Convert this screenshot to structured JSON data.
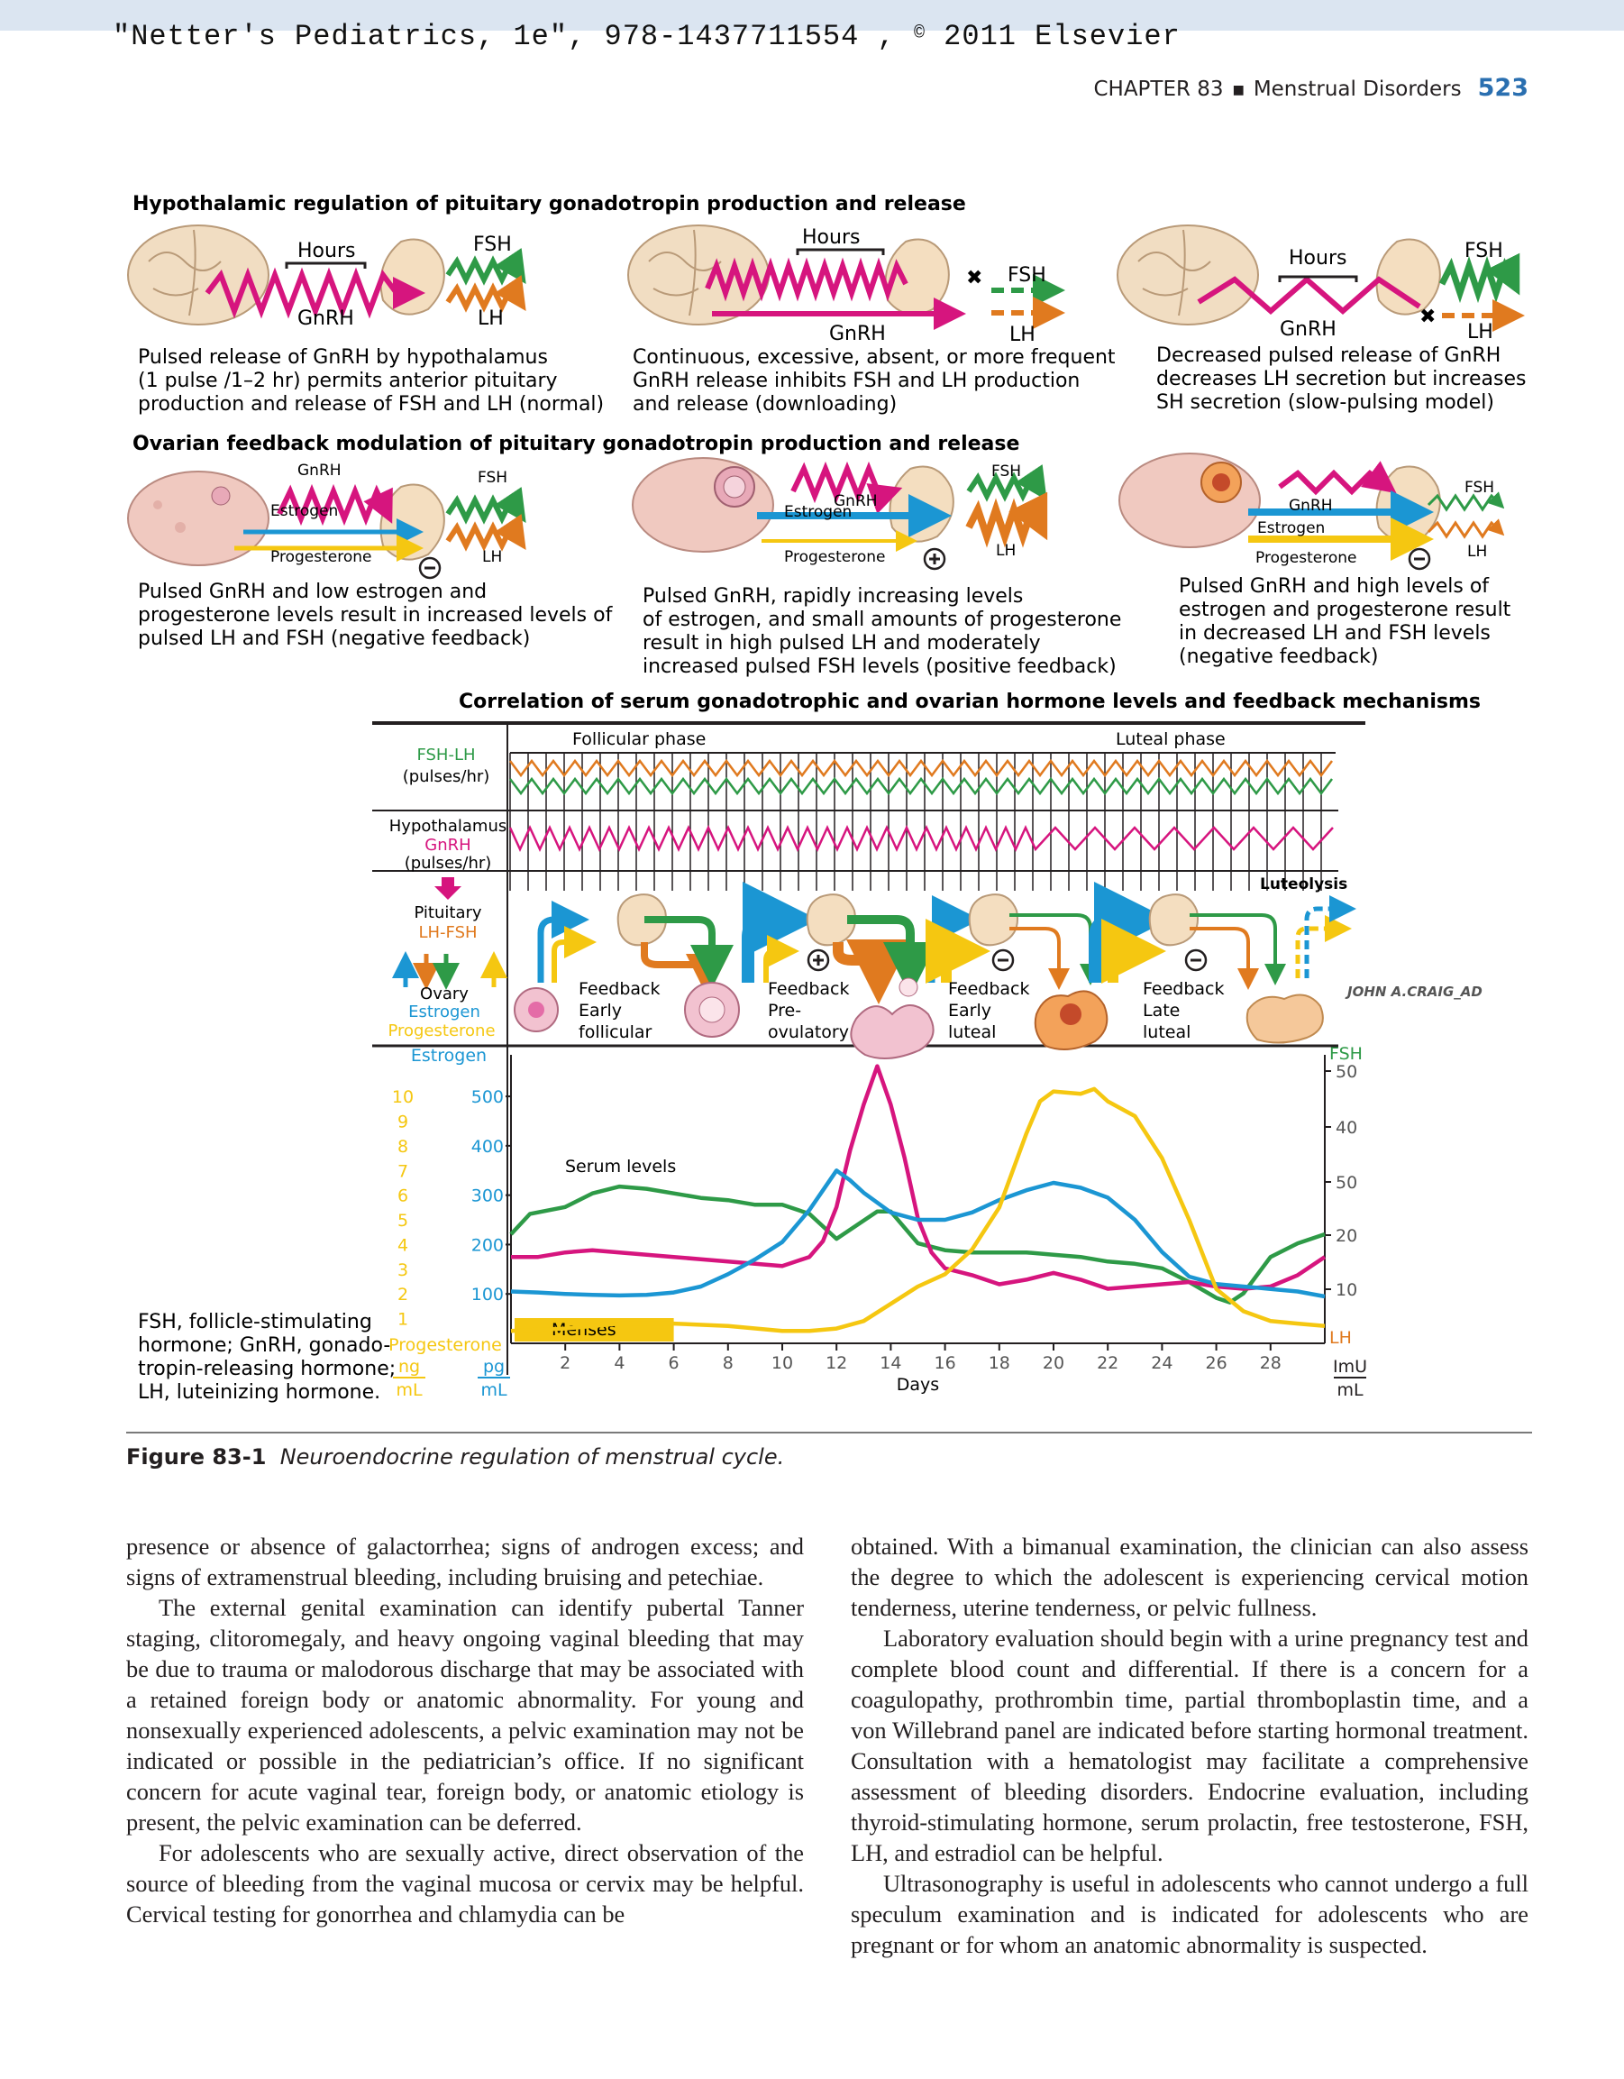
{
  "header": {
    "citation": "\"Netter's Pediatrics, 1e\", 978-1437711554 , ",
    "copyright_symbol": "©",
    "copyright_text": " 2011 Elsevier",
    "running_head": "CHAPTER 83",
    "running_head_section": "Menstrual Disorders",
    "page_number": "523"
  },
  "figure": {
    "hypothalamic": {
      "title": "Hypothalamic regulation of pituitary gonadotropin production and release",
      "panels": [
        {
          "hours": "Hours",
          "fsh": "FSH",
          "lh": "LH",
          "gnrh": "GnRH",
          "text": [
            "Pulsed release of GnRH by hypothalamus",
            "(1 pulse /1–2 hr) permits anterior pituitary",
            "production and release of FSH and LH (normal)"
          ]
        },
        {
          "hours": "Hours",
          "fsh": "FSH",
          "lh": "LH",
          "gnrh": "GnRH",
          "text": [
            "Continuous, excessive, absent, or more frequent",
            "GnRH release inhibits FSH and LH production",
            "and release (downloading)"
          ]
        },
        {
          "hours": "Hours",
          "fsh": "FSH",
          "lh": "LH",
          "gnrh": "GnRH",
          "text": [
            "Decreased pulsed release of GnRH",
            "decreases LH secretion but increases",
            "SH secretion (slow-pulsing model)"
          ]
        }
      ]
    },
    "ovarian": {
      "title": "Ovarian feedback modulation of pituitary gonadotropin production and release",
      "panels": [
        {
          "gnrh": "GnRH",
          "fsh": "FSH",
          "lh": "LH",
          "estrogen": "Estrogen",
          "progesterone": "Progesterone",
          "text": [
            "Pulsed GnRH and low estrogen and",
            "progesterone levels result in increased levels of",
            "pulsed LH and FSH (negative feedback)"
          ]
        },
        {
          "gnrh": "GnRH",
          "fsh": "FSH",
          "lh": "LH",
          "estrogen": "Estrogen",
          "progesterone": "Progesterone",
          "text": [
            "Pulsed GnRH, rapidly increasing levels",
            "of estrogen, and small amounts of progesterone",
            "result in high pulsed LH and moderately",
            "increased pulsed FSH levels (positive feedback)"
          ]
        },
        {
          "gnrh": "GnRH",
          "fsh": "FSH",
          "lh": "LH",
          "estrogen": "Estrogen",
          "progesterone": "Progesterone",
          "text": [
            "Pulsed GnRH and high levels of",
            "estrogen and progesterone result",
            "in decreased LH and FSH levels",
            "(negative feedback)"
          ]
        }
      ]
    },
    "correlation": {
      "title": "Correlation of serum gonadotrophic and ovarian hormone levels and feedback mechanisms",
      "follicular": "Follicular phase",
      "luteal": "Luteal phase",
      "row1": [
        "FSH-LH",
        "(pulses/hr)"
      ],
      "row2": [
        "Hypothalamus",
        "GnRH",
        "(pulses/hr)"
      ],
      "row3": [
        "Pituitary",
        "LH-FSH"
      ],
      "row4": [
        "Ovary",
        "Estrogen",
        "Progesterone"
      ],
      "luteolysis": "Luteolysis",
      "feedback": [
        [
          "Feedback",
          "Early",
          "follicular"
        ],
        [
          "Feedback",
          "Pre-",
          "ovulatory"
        ],
        [
          "Feedback",
          "Early",
          "luteal"
        ],
        [
          "Feedback",
          "Late",
          "luteal"
        ]
      ],
      "signature": "JOHN A.CRAIG_AD"
    },
    "legend_text": [
      "FSH, follicle-stimulating",
      "hormone; GnRH, gonado-",
      "tropin-releasing hormone;",
      "LH, luteinizing hormone."
    ],
    "caption_label": "Figure 83-1",
    "caption_text": "Neuroendocrine regulation of menstrual cycle."
  },
  "chart_data": {
    "type": "line",
    "title": "",
    "annotation": "Serum levels",
    "menses_label": "Menses",
    "xlabel": "Days",
    "x_ticks": [
      2,
      4,
      6,
      8,
      10,
      12,
      14,
      16,
      18,
      20,
      22,
      24,
      26,
      28
    ],
    "xlim": [
      0,
      30
    ],
    "left_axis_progesterone": {
      "label": "Progesterone",
      "unit_num": "ng",
      "unit_den": "mL",
      "ticks": [
        1,
        2,
        3,
        4,
        5,
        6,
        7,
        8,
        9,
        10
      ],
      "ylim": [
        0,
        11.5
      ]
    },
    "left_axis_estrogen": {
      "label": "Estrogen",
      "unit_num": "pg",
      "unit_den": "mL",
      "ticks": [
        100,
        200,
        300,
        400,
        500
      ],
      "ylim": [
        0,
        575
      ]
    },
    "right_axis": {
      "label_top": "FSH",
      "label_bottom": "LH",
      "unit_num": "ImU",
      "unit_den": "mL",
      "ticks_display": [
        "10",
        "20",
        "50",
        "40",
        "50"
      ]
    },
    "menses_days": [
      0,
      6
    ],
    "series": [
      {
        "name": "FSH",
        "color": "#2e9a47",
        "axis": "right",
        "x": [
          0,
          0.7,
          2,
          3,
          4,
          5,
          6,
          7,
          8,
          9,
          10,
          11,
          12,
          13,
          13.5,
          14,
          15,
          16,
          17,
          18,
          19,
          20,
          21,
          22,
          23,
          24,
          25,
          26,
          26.5,
          27,
          28,
          29,
          30
        ],
        "y": [
          48,
          57,
          60,
          66,
          69,
          68,
          66,
          64,
          63,
          61,
          61,
          57,
          46,
          54,
          58,
          58,
          44,
          41,
          40,
          40,
          40,
          39,
          38,
          36,
          35,
          33,
          27,
          20,
          18,
          22,
          38,
          44,
          48
        ]
      },
      {
        "name": "LH",
        "color": "#d6157e",
        "axis": "right",
        "x": [
          0,
          1,
          2,
          3,
          4,
          5,
          6,
          7,
          8,
          9,
          10,
          11,
          11.5,
          12,
          12.5,
          13,
          13.5,
          14,
          14.5,
          15,
          15.5,
          16,
          17,
          18,
          19,
          20,
          21,
          22,
          23,
          24,
          25,
          26,
          27,
          28,
          29,
          30
        ],
        "y": [
          38,
          38,
          40,
          41,
          40,
          39,
          38,
          37,
          36,
          35,
          34,
          38,
          45,
          60,
          85,
          105,
          122,
          105,
          82,
          55,
          40,
          33,
          30,
          26,
          28,
          31,
          28,
          24,
          25,
          26,
          27,
          25,
          24,
          25,
          30,
          38
        ]
      },
      {
        "name": "Estrogen",
        "color": "#1b96d3",
        "axis": "estrogen",
        "x": [
          0,
          1,
          2,
          3,
          4,
          5,
          6,
          7,
          8,
          9,
          10,
          11,
          11.5,
          12,
          12.5,
          13,
          14,
          15,
          16,
          17,
          18,
          19,
          20,
          21,
          22,
          23,
          24,
          25,
          26,
          27,
          28,
          29,
          30
        ],
        "y": [
          105,
          103,
          100,
          98,
          97,
          98,
          103,
          115,
          140,
          170,
          205,
          270,
          310,
          350,
          330,
          305,
          265,
          250,
          250,
          265,
          290,
          310,
          325,
          315,
          295,
          250,
          185,
          135,
          120,
          115,
          110,
          105,
          95
        ]
      },
      {
        "name": "Progesterone",
        "color": "#f5c711",
        "axis": "progesterone",
        "x": [
          0,
          2,
          4,
          6,
          8,
          10,
          11,
          12,
          13,
          14,
          15,
          16,
          17,
          18,
          19,
          19.5,
          20,
          21,
          21.5,
          22,
          23,
          24,
          25,
          26,
          27,
          28,
          29,
          30
        ],
        "y": [
          0.5,
          0.6,
          0.8,
          0.8,
          0.7,
          0.5,
          0.5,
          0.6,
          0.9,
          1.6,
          2.3,
          2.8,
          3.8,
          5.5,
          8.5,
          9.8,
          10.2,
          10.1,
          10.3,
          9.8,
          9.2,
          7.5,
          5,
          2.2,
          1.3,
          0.9,
          0.8,
          0.7
        ]
      }
    ]
  },
  "body": {
    "left": [
      {
        "indent": false,
        "text": "presence or absence of galactorrhea; signs of androgen excess; and signs of extramenstrual bleeding, including bruising and petechiae."
      },
      {
        "indent": true,
        "text": "The external genital examination can identify pubertal Tanner staging, clitoromegaly, and heavy ongoing vaginal bleeding that may be due to trauma or malodorous discharge that may be associated with a retained foreign body or anatomic abnormality. For young and nonsexually experienced adolescents, a pelvic examination may not be indicated or possible in the pediatrician’s office. If no significant concern for acute vaginal tear, foreign body, or anatomic etiology is present, the pelvic examination can be deferred."
      },
      {
        "indent": true,
        "text": "For adolescents who are sexually active, direct observation of the source of bleeding from the vaginal mucosa or cervix may be helpful. Cervical testing for gonorrhea and chlamydia can be"
      }
    ],
    "right": [
      {
        "indent": false,
        "text": "obtained. With a bimanual examination, the clinician can also assess the degree to which the adolescent is experiencing cervical motion tenderness, uterine tenderness, or pelvic fullness."
      },
      {
        "indent": true,
        "text": "Laboratory evaluation should begin with a urine pregnancy test and complete blood count and differential. If there is a concern for a coagulopathy, prothrombin time, partial thromboplastin time, and a von Willebrand panel are indicated before starting hormonal treatment. Consultation with a hematologist may facilitate a comprehensive assessment of bleeding disorders. Endocrine evaluation, including thyroid-stimulating hormone, serum prolactin, free testosterone, FSH, LH, and estradiol can be helpful."
      },
      {
        "indent": true,
        "text": "Ultrasonography is useful in adolescents who cannot undergo a full speculum examination and is indicated for adolescents who are pregnant or for whom an anatomic abnormality is suspected."
      }
    ]
  },
  "colors": {
    "gnrh": "#d6157e",
    "fsh": "#2e9a47",
    "lh": "#e07a1f",
    "estrogen": "#1b96d3",
    "progesterone": "#f5c711",
    "page_number": "#2a6fb0"
  }
}
